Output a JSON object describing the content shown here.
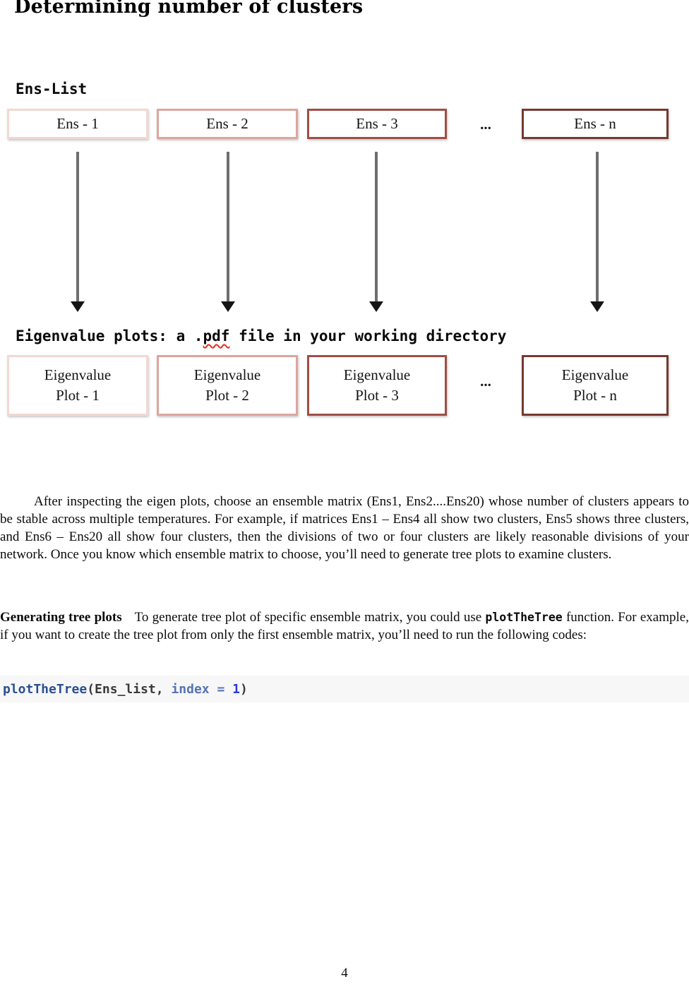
{
  "page": {
    "title": "Determining number of clusters",
    "page_number": "4"
  },
  "diagram": {
    "ens_list_label": "Ens-List",
    "eigen_label": {
      "before": "Eigenvalue plots: a .",
      "misspelled_word": "pdf",
      "after": " file in your working directory"
    },
    "ellipsis": "...",
    "columns": [
      {
        "ens_label": "Ens - 1",
        "plot_line1": "Eigenvalue",
        "plot_line2": "Plot - 1",
        "border_color": "#f2d8d3"
      },
      {
        "ens_label": "Ens - 2",
        "plot_line1": "Eigenvalue",
        "plot_line2": "Plot - 2",
        "border_color": "#dca69e"
      },
      {
        "ens_label": "Ens - 3",
        "plot_line1": "Eigenvalue",
        "plot_line2": "Plot - 3",
        "border_color": "#9e4f46"
      },
      {
        "ens_label": "Ens - n",
        "plot_line1": "Eigenvalue",
        "plot_line2": "Plot - n",
        "border_color": "#753930"
      }
    ],
    "arrow_line_color": "#6e6e6e",
    "arrow_head_color": "#151515",
    "squiggle_color": "#e03020"
  },
  "paragraphs": {
    "p1": "After inspecting the eigen plots, choose an ensemble matrix (Ens1, Ens2....Ens20) whose number of clusters appears to be stable across multiple temperatures. For example, if matrices Ens1 – Ens4 all show two clusters, Ens5 shows three clusters, and Ens6 – Ens20 all show four clusters, then the divisions of two or four clusters are likely reasonable divisions of your network. Once you know which ensemble matrix to choose, you’ll need to generate tree plots to examine clusters.",
    "p2_heading": "Generating tree plots",
    "p2_before_code": "To generate tree plot of specific ensemble matrix, you could use ",
    "p2_inline_code": "plotTheTree",
    "p2_after_code": " function. For example, if you want to create the tree plot from only the first ensemble matrix, you’ll need to run the following codes:"
  },
  "code_block": {
    "background": "#f7f7f7",
    "segments": [
      {
        "text": "plotTheTree",
        "color": "#2c4f93"
      },
      {
        "text": "(Ens_list, ",
        "color": "#3a3a3a"
      },
      {
        "text": "index = ",
        "color": "#5673b4"
      },
      {
        "text": "1",
        "color": "#2b3cd6"
      },
      {
        "text": ")",
        "color": "#3a3a3a"
      }
    ]
  }
}
